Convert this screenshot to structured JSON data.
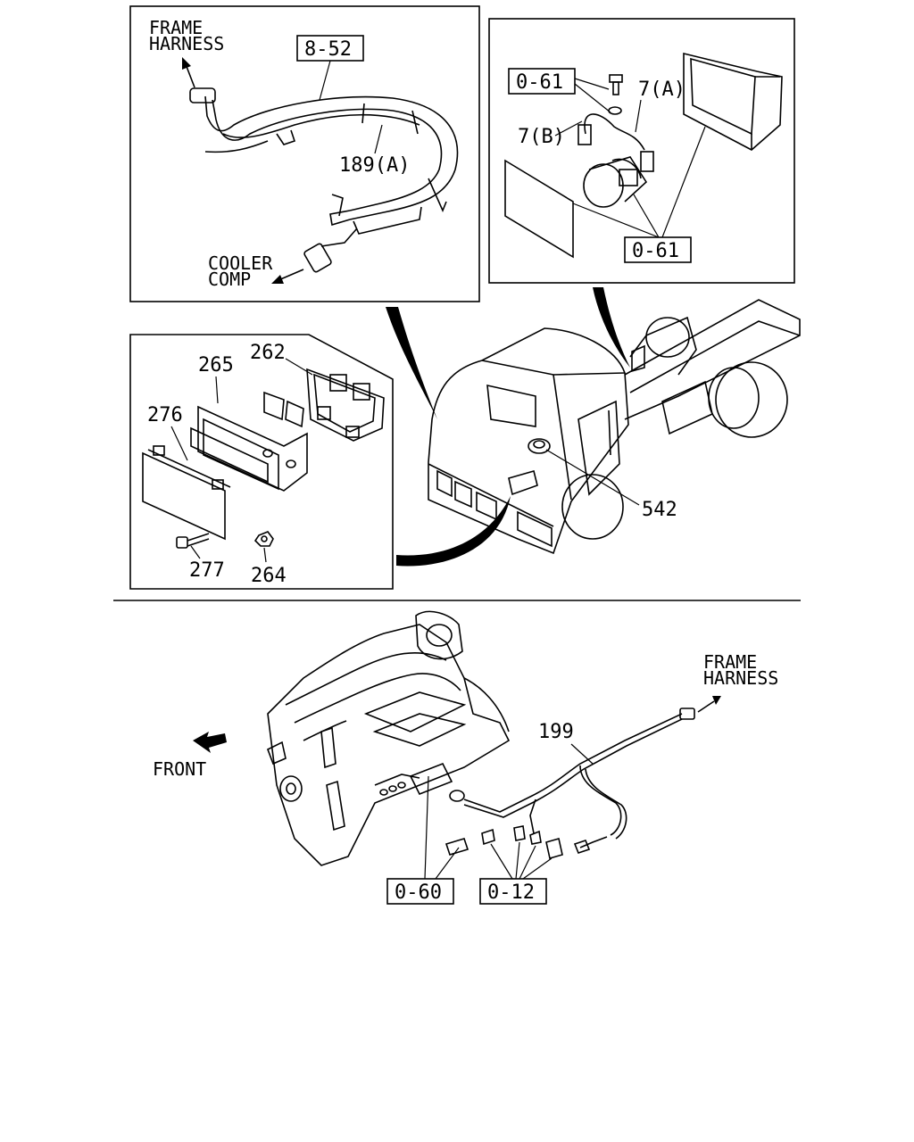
{
  "panels": {
    "harness": {
      "frame_harness": [
        "FRAME",
        "HARNESS"
      ],
      "ref_8_52": "8-52",
      "part_189a": "189(A)",
      "cooler_comp": [
        "COOLER",
        "COMP"
      ]
    },
    "blower": {
      "ref_0_61_top": "0-61",
      "part_7a": "7(A)",
      "part_7b": "7(B)",
      "ref_0_61_bottom": "0-61"
    },
    "relay_box": {
      "part_265": "265",
      "part_262": "262",
      "part_276": "276",
      "part_277": "277",
      "part_264": "264"
    },
    "truck": {
      "part_542": "542"
    },
    "engine": {
      "front": "FRONT",
      "frame_harness": [
        "FRAME",
        "HARNESS"
      ],
      "part_199": "199",
      "ref_0_60": "0-60",
      "ref_0_12": "0-12"
    }
  }
}
